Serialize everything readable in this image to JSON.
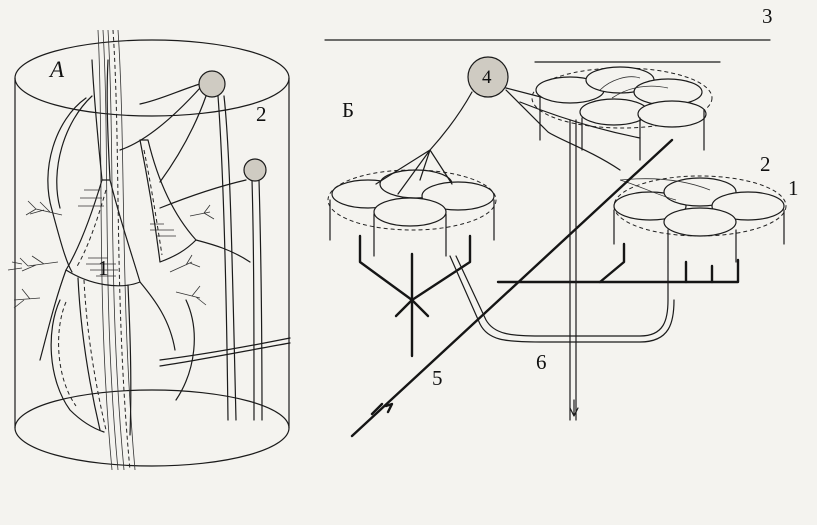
{
  "labels": {
    "panel_a": "А",
    "panel_b": "Б",
    "n1": "1",
    "n2a": "2",
    "n3": "3",
    "n4": "4",
    "n2b": "2",
    "n1b": "1",
    "n5": "5",
    "n6": "6"
  }
}
